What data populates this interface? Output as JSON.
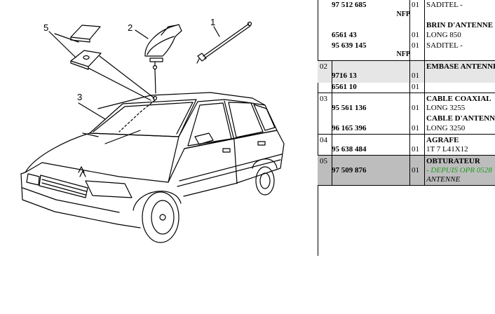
{
  "callouts": {
    "c1": "1",
    "c2": "2",
    "c3": "3",
    "c5": "5"
  },
  "rows": {
    "r0": {
      "item": "",
      "ref": "97 512 685",
      "qty": "01",
      "desc": "SADITEL -",
      "nfp": "NFP"
    },
    "r1": {
      "desc_title": "BRIN D'ANTENNE",
      "ref": "6561 43",
      "qty": "01",
      "desc": "LONG 850"
    },
    "r2": {
      "ref": "95 639 145",
      "qty": "01",
      "desc": "SADITEL -",
      "nfp": "NFP"
    },
    "g02": {
      "item": "02",
      "desc_title": "EMBASE ANTENNE",
      "ref1": "9716 13",
      "qty1": "01",
      "ref2": "6561 10",
      "qty2": "01"
    },
    "g03": {
      "item": "03",
      "desc_title": "CABLE COAXIAL",
      "ref1": "95 561 136",
      "qty1": "01",
      "desc1": "LONG 3255",
      "desc_title2": "CABLE D'ANTENNE",
      "ref2": "96 165 396",
      "qty2": "01",
      "desc2": "LONG 3250"
    },
    "g04": {
      "item": "04",
      "desc_title": "AGRAFE",
      "ref": "95 638 484",
      "qty": "01",
      "desc": "1T 7 L41X12"
    },
    "g05": {
      "item": "05",
      "desc_title": "OBTURATEUR",
      "ref": "97 509 876",
      "qty": "01",
      "desc_green": "- DEPUIS OPR 0528",
      "desc": "ANTENNE"
    }
  },
  "colors": {
    "highlight_green": "#1f9a1f",
    "selected_row": "#bdbdbd",
    "alt_row": "#e6e6e6"
  }
}
